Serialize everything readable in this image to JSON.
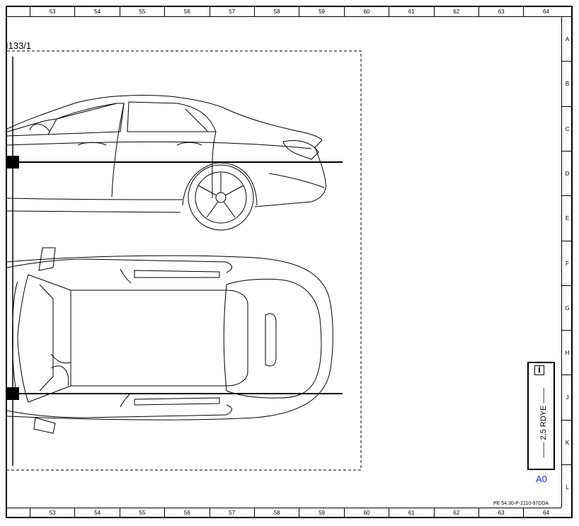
{
  "sheet": {
    "column_labels": [
      "53",
      "54",
      "55",
      "56",
      "57",
      "58",
      "59",
      "60",
      "61",
      "62",
      "63",
      "64"
    ],
    "row_labels": [
      "A",
      "B",
      "C",
      "D",
      "E",
      "F",
      "G",
      "H",
      "J",
      "K",
      "L"
    ],
    "component_ref": "I133/1",
    "info_icon": "i",
    "wire_label": "2,5 RDYE",
    "grid_ref": "A0",
    "document_ref": "PE 54.30-P-2110-97DDA"
  }
}
